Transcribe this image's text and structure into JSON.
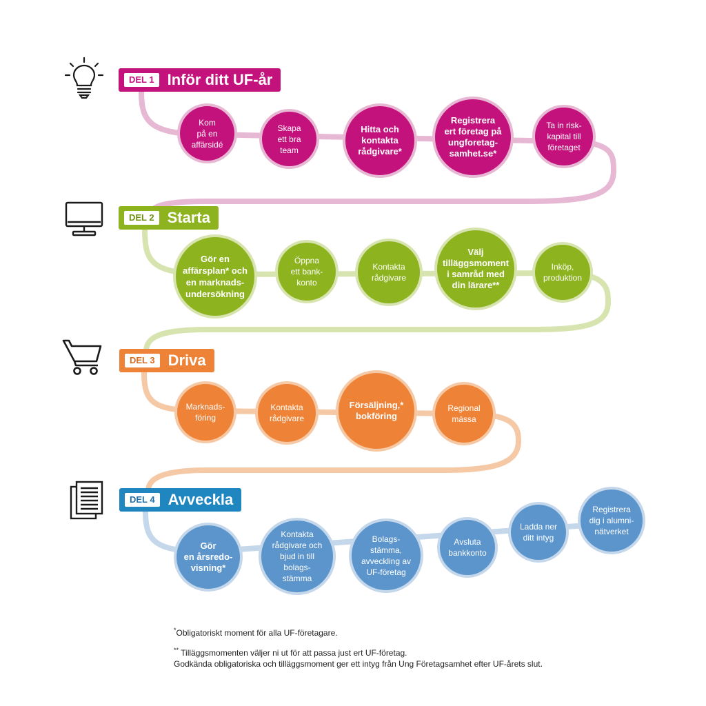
{
  "colors": {
    "magenta": "#c4127d",
    "magenta_path": "#e7b8d3",
    "green": "#8db31e",
    "green_path": "#d8e4b0",
    "orange": "#ee8337",
    "orange_path": "#f6c9a6",
    "blue": "#5b95cc",
    "blue_path": "#c4d7eb"
  },
  "sections": [
    {
      "del": "DEL 1",
      "title": "Inför ditt UF-år",
      "icon": "lightbulb-icon",
      "steps": [
        "Kom\npå en\naffärsidé",
        "Skapa\nett bra\nteam",
        "Hitta och\nkontakta\nrådgivare*",
        "Registrera\nert företag på\nungforetag-\nsamhet.se*",
        "Ta in risk-\nkapital till\nföretaget"
      ]
    },
    {
      "del": "DEL 2",
      "title": "Starta",
      "icon": "monitor-icon",
      "steps": [
        "Gör en\naffärsplan* och\nen marknads-\nundersökning",
        "Öppna\nett bank-\nkonto",
        "Kontakta\nrådgivare",
        "Välj\ntilläggsmoment\ni samråd med\ndin lärare**",
        "Inköp,\nproduktion"
      ]
    },
    {
      "del": "DEL 3",
      "title": "Driva",
      "icon": "shopping-cart-icon",
      "steps": [
        "Marknads-\nföring",
        "Kontakta\nrådgivare",
        "Försäljning,*\nbokföring",
        "Regional\nmässa"
      ]
    },
    {
      "del": "DEL 4",
      "title": "Avveckla",
      "icon": "documents-icon",
      "steps": [
        "Gör\nen årsredo-\nvisning*",
        "Kontakta\nrådgivare och\nbjud in till\nbolags-\nstämma",
        "Bolags-\nstämma,\navveckling av\nUF-företag",
        "Avsluta\nbankkonto",
        "Ladda ner\nditt intyg",
        "Registrera\ndig i alumni-\nnätverket"
      ]
    }
  ],
  "footnotes": {
    "mark1": "*",
    "note1": "Obligatoriskt moment för alla UF-företagare.",
    "mark2": "**",
    "note2": "Tilläggsmomenten väljer ni ut för att passa just ert UF-företag.\nGodkända obligatoriska och tilläggsmoment ger ett intyg från Ung Företagsamhet efter UF-årets slut."
  }
}
